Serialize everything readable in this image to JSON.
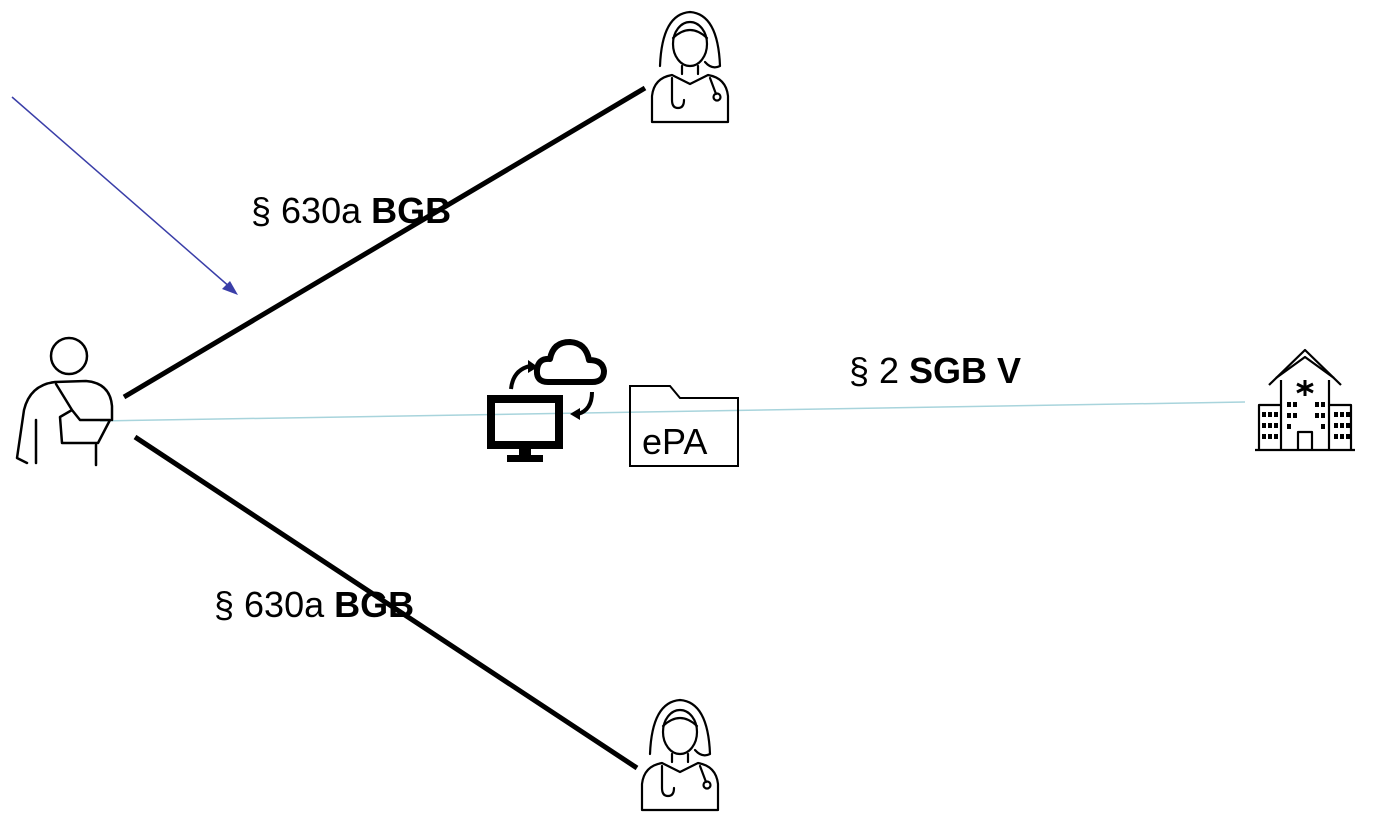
{
  "labels": {
    "upper": {
      "prefix": "§ 630a ",
      "bold": "BGB"
    },
    "lower": {
      "prefix": "§ 630a ",
      "bold": "BGB"
    },
    "middle": {
      "prefix": "§ 2 ",
      "bold": "SGB V"
    },
    "folder": "ePA"
  },
  "icons": {
    "patient": "patient-with-sling-icon",
    "doctor_top": "female-doctor-icon",
    "doctor_bottom": "female-doctor-icon",
    "computer_cloud": "computer-cloud-sync-icon",
    "folder": "folder-icon",
    "hospital": "hospital-icon"
  },
  "colors": {
    "connector": "#000000",
    "ePA_link": "#a8d4dc",
    "arrow": "#3a3ea8"
  }
}
